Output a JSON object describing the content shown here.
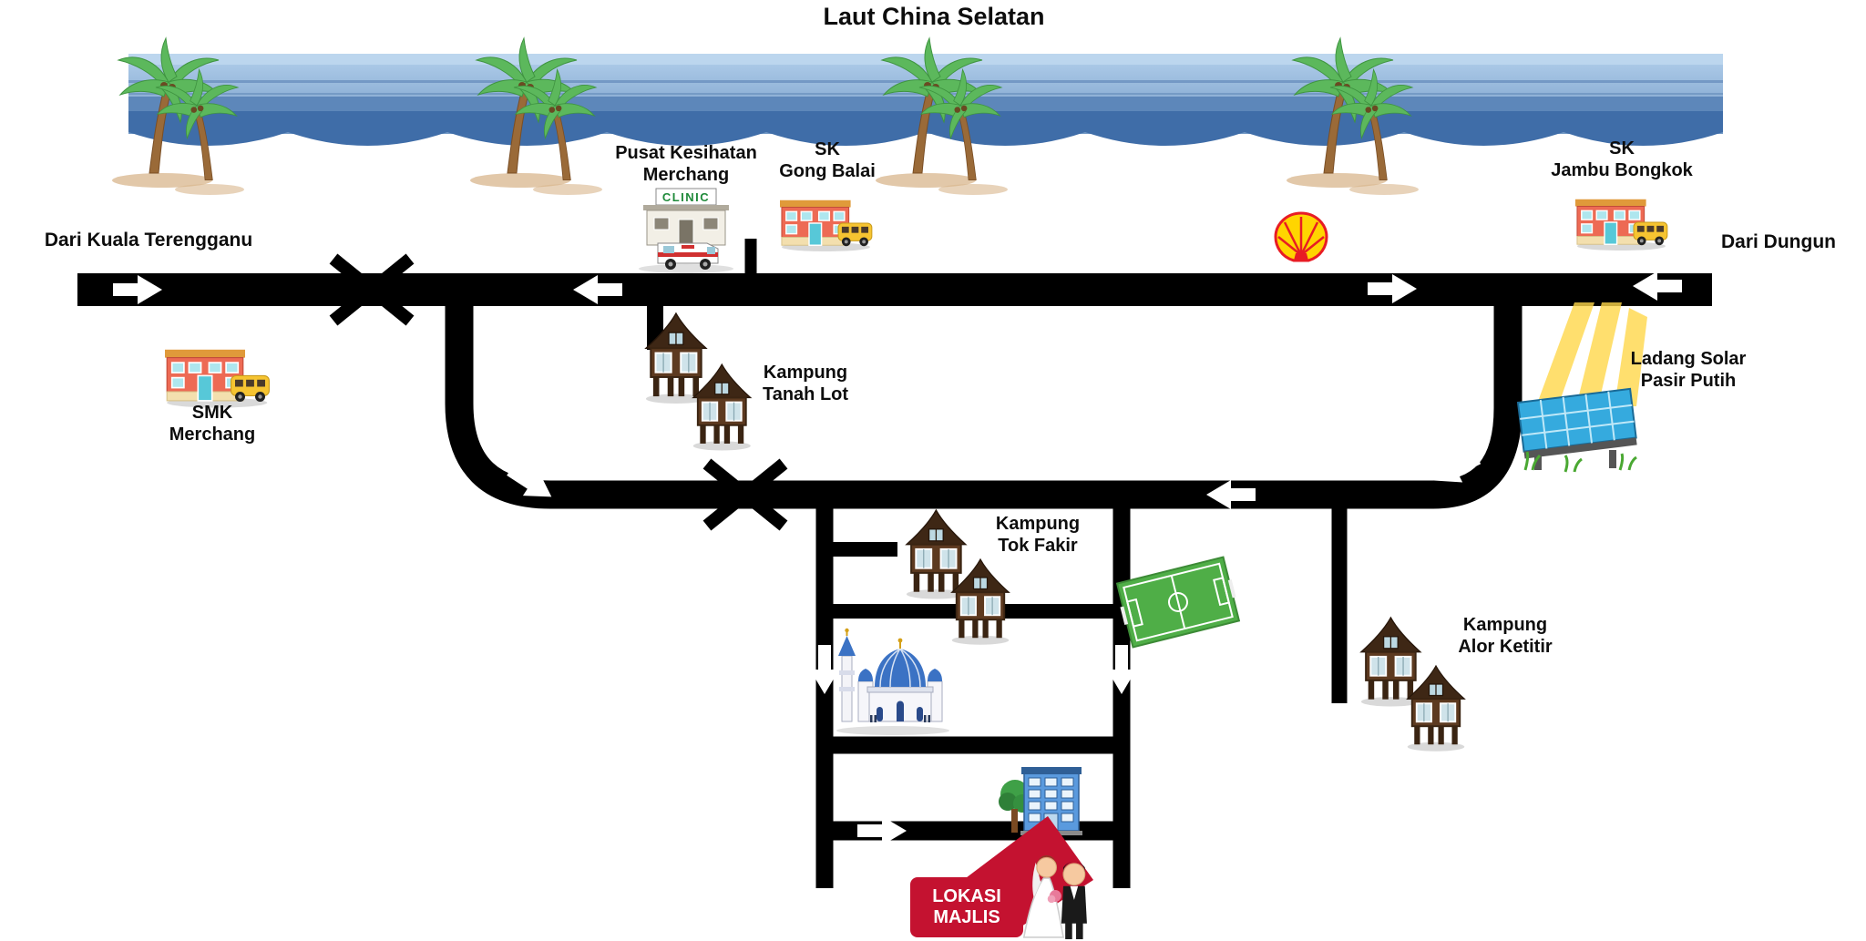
{
  "title": "Laut China Selatan",
  "directions": {
    "left": "Dari Kuala Terengganu",
    "right": "Dari Dungun"
  },
  "places": {
    "clinic": {
      "lines": [
        "Pusat Kesihatan",
        "Merchang"
      ],
      "sign": "CLINIC"
    },
    "sk_gong_balai": {
      "lines": [
        "SK",
        "Gong Balai"
      ]
    },
    "sk_jambu_bongkok": {
      "lines": [
        "SK",
        "Jambu Bongkok"
      ]
    },
    "smk_merchang": {
      "lines": [
        "SMK",
        "Merchang"
      ]
    },
    "kg_tanah_lot": {
      "lines": [
        "Kampung",
        "Tanah Lot"
      ]
    },
    "kg_tok_fakir": {
      "lines": [
        "Kampung",
        "Tok Fakir"
      ]
    },
    "kg_alor_ketitir": {
      "lines": [
        "Kampung",
        "Alor Ketitir"
      ]
    },
    "ladang_solar": {
      "lines": [
        "Ladang Solar",
        "Pasir Putih"
      ]
    },
    "venue_banner": {
      "lines": [
        "LOKASI",
        "MAJLIS"
      ]
    }
  },
  "icons": {
    "palm": "palm-tree-icon",
    "school": "school-building-icon",
    "clinic": "clinic-building-icon",
    "shell": "shell-station-icon",
    "solar": "solar-farm-icon",
    "house": "village-house-icon",
    "field": "football-field-icon",
    "mosque": "mosque-icon",
    "venue": "venue-building-icon",
    "couple": "bride-groom-icon",
    "arrow": "direction-arrow-icon",
    "junction": "junction-x-icon"
  },
  "colors": {
    "road": "#000000",
    "arrow": "#ffffff",
    "sea_light": "#a9c9e8",
    "sea_dark": "#3f6da8",
    "banner_red": "#c41230",
    "palm_green": "#5cb85c",
    "field_green": "#4fae47",
    "school_coral": "#ed6a54",
    "bus_yellow": "#f6c431",
    "shell_yellow": "#ffd500",
    "shell_red": "#e81c24",
    "solar_blue": "#35aade",
    "house_brown": "#5d3a20",
    "mosque_blue": "#3b72c4"
  }
}
